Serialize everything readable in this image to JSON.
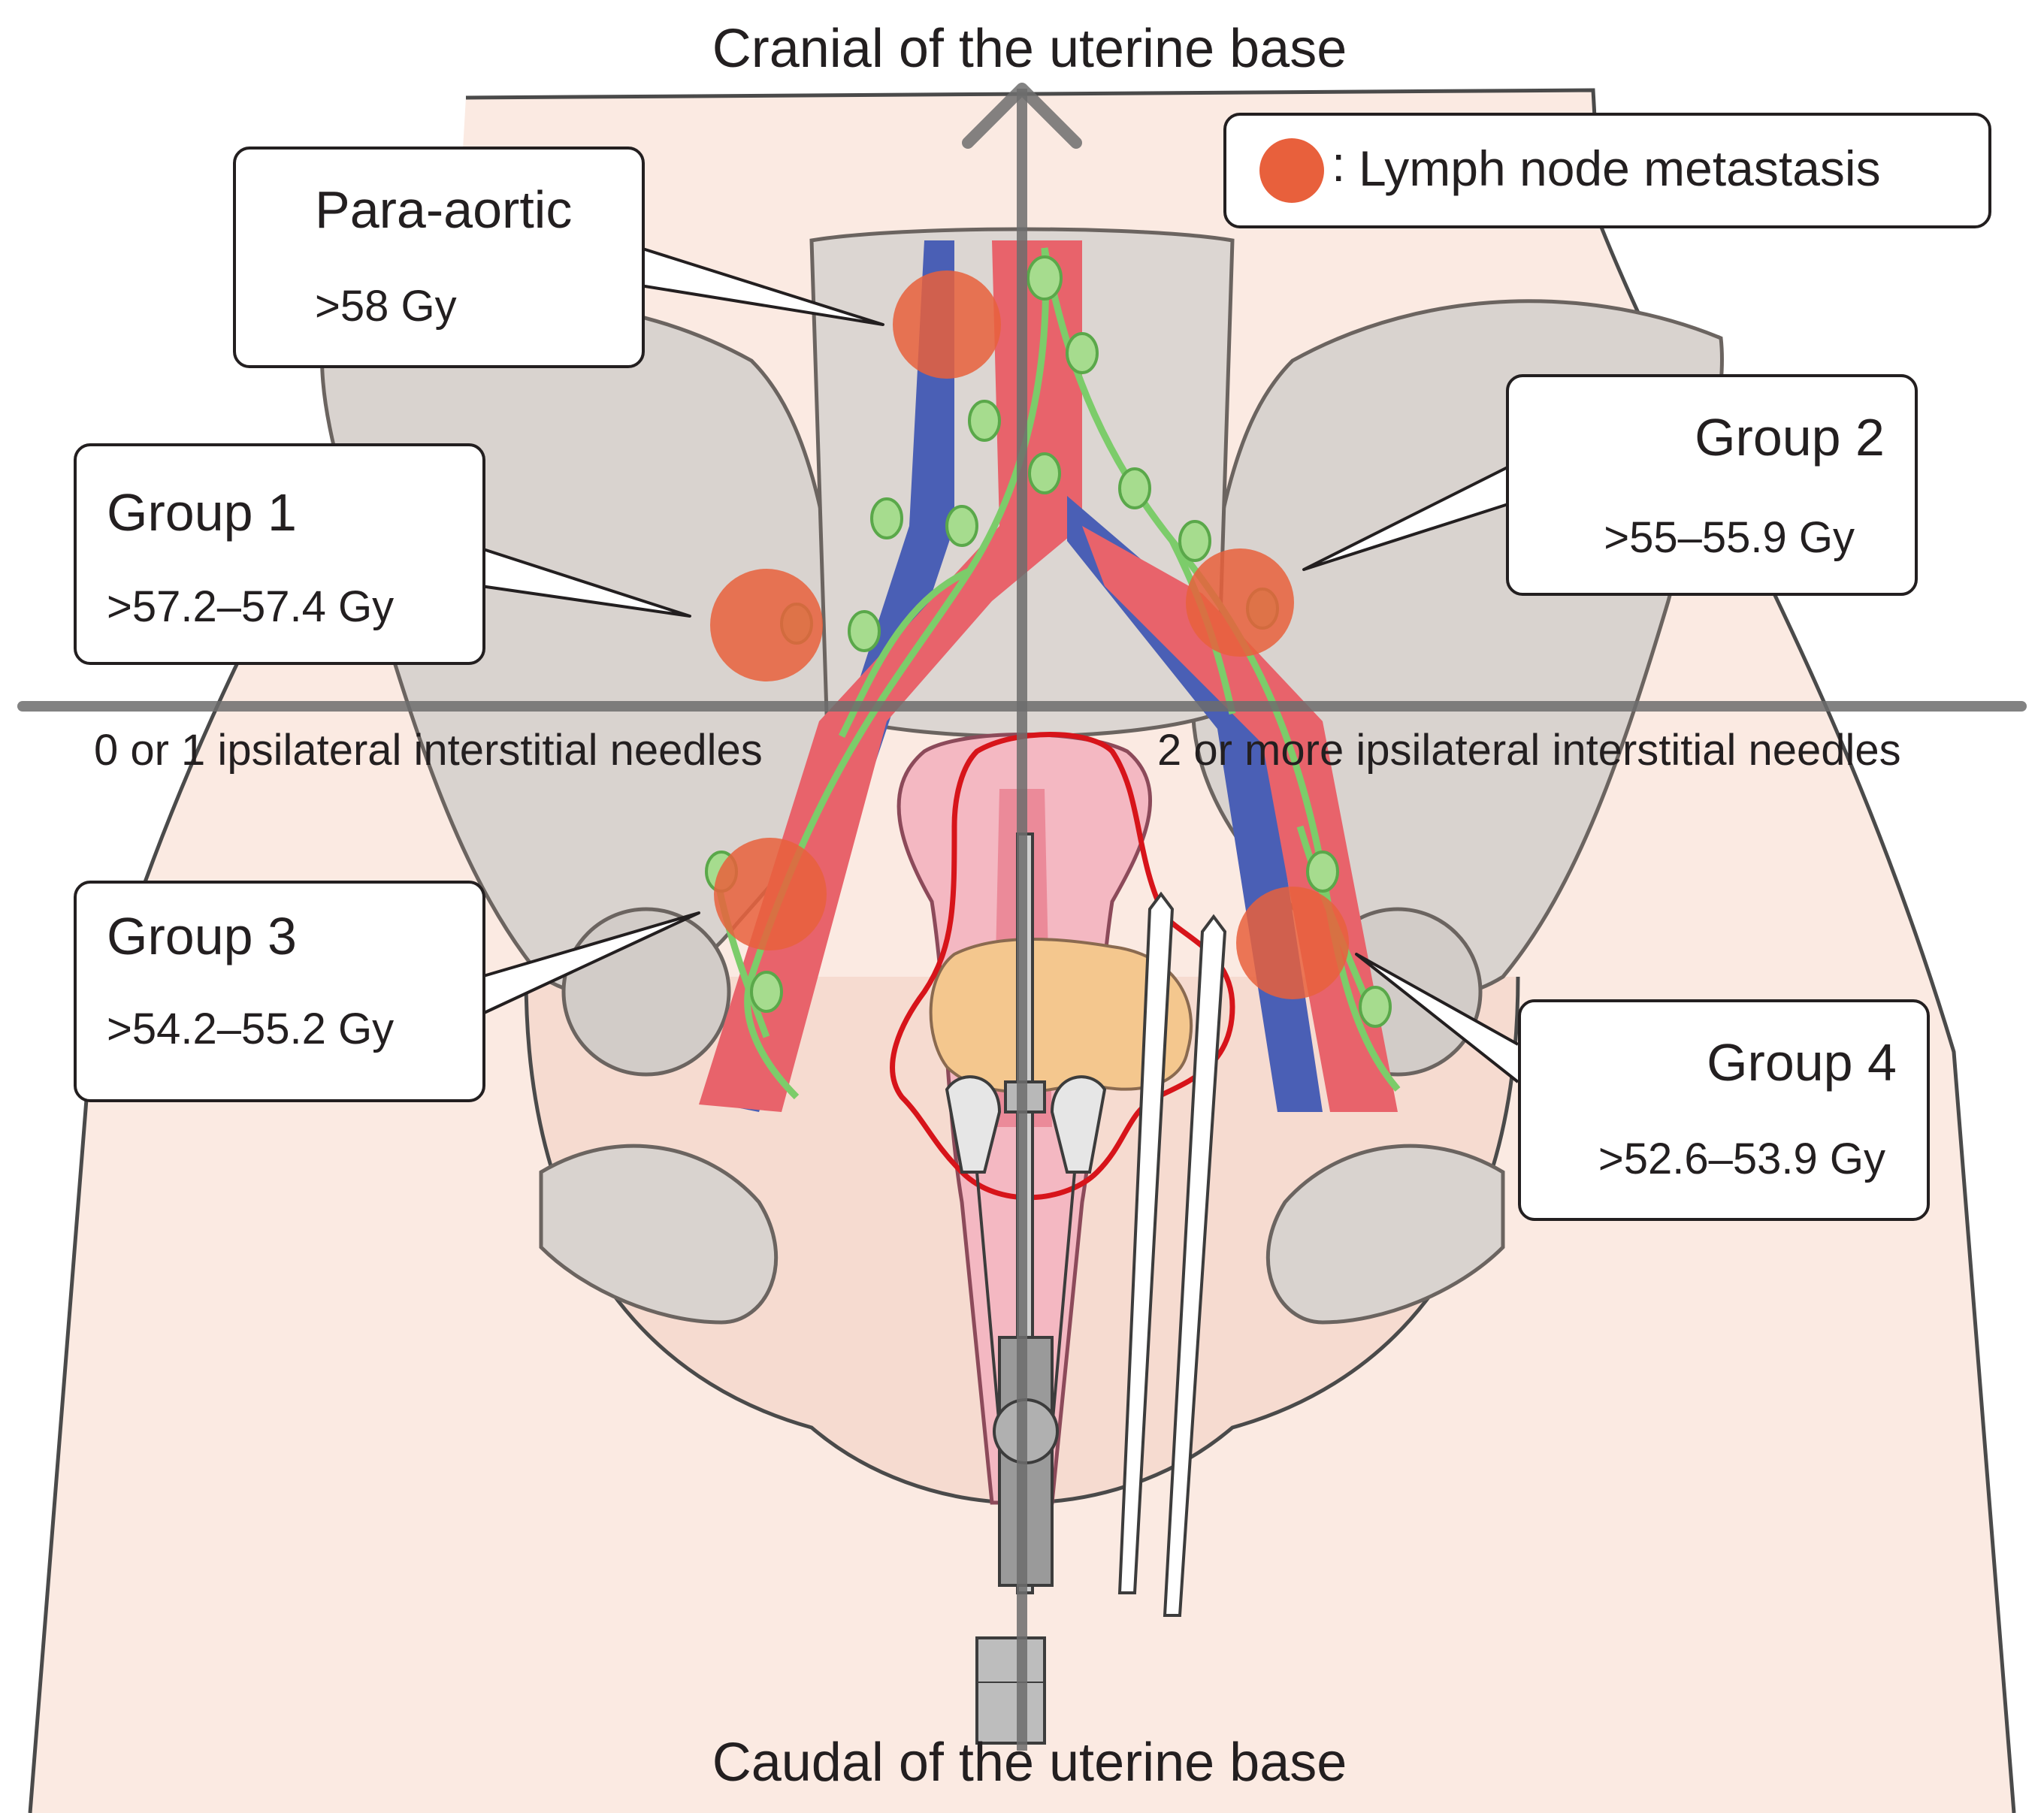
{
  "axis": {
    "top_label": "Cranial of the uterine base",
    "bottom_label": "Caudal of the uterine base",
    "left_label": "0 or 1 ipsilateral interstitial needles",
    "right_label": "2 or more ipsilateral interstitial needles"
  },
  "legend": {
    "separator": ":",
    "label": "Lymph node metastasis",
    "marker_color": "#e8603c"
  },
  "groups": {
    "para_aortic": {
      "title": "Para-aortic",
      "dose": ">58 Gy"
    },
    "group1": {
      "title": "Group 1",
      "dose": ">57.2–57.4 Gy"
    },
    "group2": {
      "title": "Group 2",
      "dose": ">55–55.9 Gy"
    },
    "group3": {
      "title": "Group 3",
      "dose": ">54.2–55.2 Gy"
    },
    "group4": {
      "title": "Group 4",
      "dose": ">52.6–53.9 Gy"
    }
  },
  "colors": {
    "artery": "#e8636b",
    "vein": "#4a5fb5",
    "lymphatic": "#7ccc6a",
    "bone": "#d9d3cf",
    "skin": "#f7d6c8",
    "target_outline": "#d7141a",
    "axis": "#6d6d6d"
  }
}
